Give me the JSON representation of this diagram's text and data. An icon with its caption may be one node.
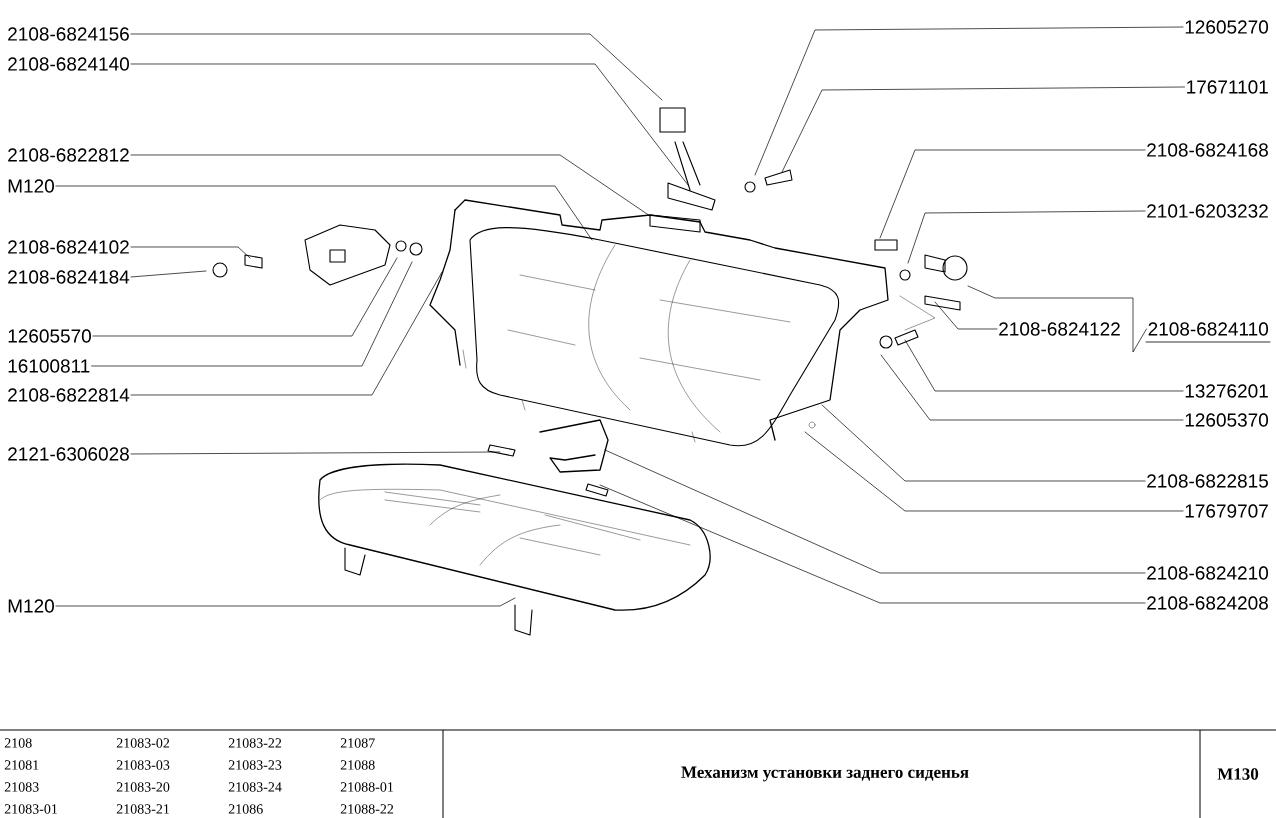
{
  "diagram": {
    "title": "Механизм установки заднего сиденья",
    "nodes": [
      {
        "text": [
          "2108-6824156"
        ]
      },
      {
        "text": [
          "2108-6824140"
        ]
      },
      {
        "text": [
          "2108-6822812"
        ]
      },
      {
        "text": [
          "M120"
        ]
      },
      {
        "text": [
          "2108-6824102"
        ]
      },
      {
        "text": [
          "2108-6824184"
        ]
      },
      {
        "text": [
          "12605570"
        ]
      },
      {
        "text": [
          "16100811"
        ]
      },
      {
        "text": [
          "2108-6822814"
        ]
      },
      {
        "text": [
          "2121-6306028"
        ]
      },
      {
        "text": [
          "M120"
        ]
      },
      {
        "text": [
          "12605270"
        ]
      },
      {
        "text": [
          "17671101"
        ]
      },
      {
        "text": [
          "2108-6824168"
        ]
      },
      {
        "text": [
          "2101-6203232"
        ]
      },
      {
        "text": [
          "2108-6824110"
        ]
      },
      {
        "text": [
          "2108-6824122"
        ]
      },
      {
        "text": [
          "13276201"
        ]
      },
      {
        "text": [
          "12605370"
        ]
      },
      {
        "text": [
          "2108-6822815"
        ]
      },
      {
        "text": [
          "17679707"
        ]
      },
      {
        "text": [
          "2108-6824210"
        ]
      },
      {
        "text": [
          "2108-6824208"
        ]
      }
    ],
    "edges": [
      {
        "from": 0,
        "to": null,
        "arrow": "none"
      },
      {
        "from": 1,
        "to": null,
        "arrow": "none"
      },
      {
        "from": 2,
        "to": null,
        "arrow": "none"
      },
      {
        "from": 3,
        "to": null,
        "arrow": "none"
      },
      {
        "from": 4,
        "to": null,
        "arrow": "none"
      },
      {
        "from": 5,
        "to": null,
        "arrow": "none"
      },
      {
        "from": 6,
        "to": null,
        "arrow": "none"
      },
      {
        "from": 7,
        "to": null,
        "arrow": "none"
      },
      {
        "from": 8,
        "to": null,
        "arrow": "none"
      },
      {
        "from": 9,
        "to": null,
        "arrow": "none"
      },
      {
        "from": 10,
        "to": null,
        "arrow": "none"
      },
      {
        "from": 11,
        "to": null,
        "arrow": "none"
      },
      {
        "from": 12,
        "to": null,
        "arrow": "none"
      },
      {
        "from": 13,
        "to": null,
        "arrow": "none"
      },
      {
        "from": 14,
        "to": null,
        "arrow": "none"
      },
      {
        "from": 15,
        "to": null,
        "arrow": "none"
      },
      {
        "from": 16,
        "to": null,
        "arrow": "none"
      },
      {
        "from": 17,
        "to": null,
        "arrow": "none"
      },
      {
        "from": 18,
        "to": null,
        "arrow": "none"
      },
      {
        "from": 19,
        "to": null,
        "arrow": "none"
      },
      {
        "from": 20,
        "to": null,
        "arrow": "none"
      },
      {
        "from": 21,
        "to": null,
        "arrow": "none"
      },
      {
        "from": 22,
        "to": null,
        "arrow": "none"
      }
    ],
    "labels": [
      "2108",
      "21083-02",
      "21083-22",
      "21087",
      "21081",
      "21083-03",
      "21083-23",
      "21088",
      "21083",
      "21083-20",
      "21083-24",
      "21088-01",
      "21083-01",
      "21083-21",
      "21086",
      "21088-22",
      "M130"
    ]
  }
}
